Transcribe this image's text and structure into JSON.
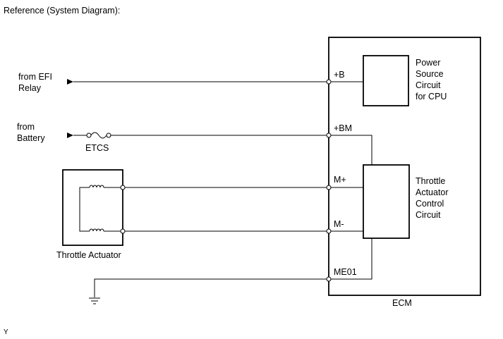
{
  "title": "Reference (System Diagram):",
  "sources": {
    "efi_relay": [
      "from EFI",
      "Relay"
    ],
    "battery": [
      "from",
      "Battery"
    ]
  },
  "fuse_label": "ETCS",
  "actuator_label": "Throttle Actuator",
  "ecm": {
    "label": "ECM",
    "pins": [
      "+B",
      "+BM",
      "M+",
      "M-",
      "ME01"
    ],
    "power_circuit": [
      "Power",
      "Source",
      "Circuit",
      "for CPU"
    ],
    "throttle_circuit": [
      "Throttle",
      "Actuator",
      "Control",
      "Circuit"
    ]
  },
  "footer_mark": "Y"
}
